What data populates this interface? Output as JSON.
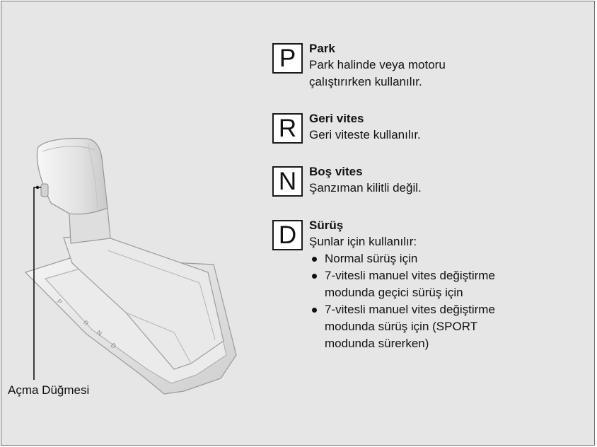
{
  "callout": {
    "label": "Açma Düğmesi"
  },
  "gate_markings": [
    "P",
    "R",
    "N",
    "D"
  ],
  "entries": [
    {
      "letter": "P",
      "title": "Park",
      "description": [
        "Park halinde veya motoru",
        "çalıştırırken kullanılır."
      ]
    },
    {
      "letter": "R",
      "title": "Geri vites",
      "description": [
        "Geri viteste kullanılır."
      ]
    },
    {
      "letter": "N",
      "title": "Boş vites",
      "description": [
        "Şanzıman kilitli değil."
      ]
    },
    {
      "letter": "D",
      "title": "Sürüş",
      "description": [
        "Şunlar için kullanılır:"
      ],
      "bullets": [
        [
          "Normal sürüş için"
        ],
        [
          "7-vitesli manuel vites değiştirme",
          "modunda geçici sürüş için"
        ],
        [
          "7-vitesli manuel vites değiştirme",
          "modunda sürüş için (SPORT",
          "modunda sürerken)"
        ]
      ]
    }
  ]
}
